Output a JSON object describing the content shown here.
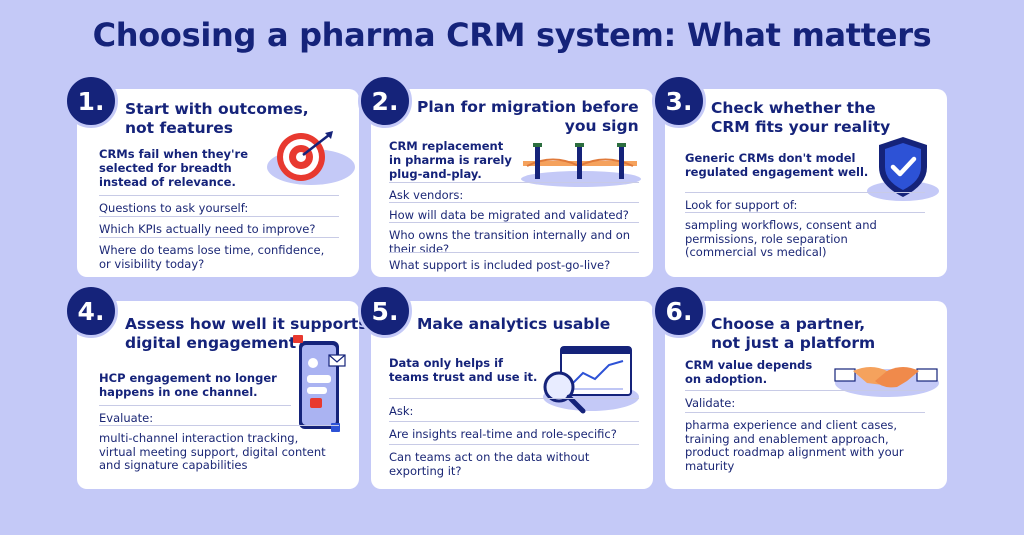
{
  "title": "Choosing a pharma CRM system: What matters",
  "cards": [
    {
      "number": "1.",
      "title_lines": [
        "Start with outcomes,",
        "not features"
      ],
      "intro_lines": [
        "CRMs fail when they're",
        "selected for breadth",
        "instead of relevance."
      ],
      "rows": [
        [
          "Questions to ask yourself:"
        ],
        [
          "Which KPIs actually need to improve?"
        ],
        [
          "Where do teams lose time, confidence,",
          "or visibility today?"
        ]
      ],
      "icon": "target-icon"
    },
    {
      "number": "2.",
      "title_lines": [
        "Plan for migration before",
        "you sign"
      ],
      "intro_lines": [
        "CRM replacement",
        "in pharma is rarely",
        "plug-and-play."
      ],
      "rows": [
        [
          "Ask vendors:"
        ],
        [
          "How will data be migrated and validated?"
        ],
        [
          "Who owns the transition internally and on",
          "their side?"
        ],
        [
          "What support is included post-go-live?"
        ]
      ],
      "icon": "bridge-icon"
    },
    {
      "number": "3.",
      "title_lines": [
        "Check whether the",
        "CRM fits your reality"
      ],
      "intro_lines": [
        "Generic CRMs don't model",
        "regulated engagement well."
      ],
      "rows": [
        [
          "Look for support of:"
        ],
        [
          "sampling workflows, consent and",
          "permissions, role separation",
          "(commercial vs medical)"
        ]
      ],
      "icon": "shield-check-icon"
    },
    {
      "number": "4.",
      "title_lines": [
        "Assess how well it supports",
        "digital engagement"
      ],
      "intro_lines": [
        "HCP engagement no longer",
        "happens in one channel."
      ],
      "rows": [
        [
          "Evaluate:"
        ],
        [
          "multi-channel interaction tracking,",
          "virtual meeting support, digital content",
          "and signature capabilities"
        ]
      ],
      "icon": "phone-icon"
    },
    {
      "number": "5.",
      "title_lines": [
        "Make analytics usable"
      ],
      "intro_lines": [
        "Data only helps if",
        "teams trust and use it."
      ],
      "rows": [
        [
          "Ask:"
        ],
        [
          "Are insights real-time and role-specific?"
        ],
        [
          "Can teams act on the data without",
          "exporting it?"
        ]
      ],
      "icon": "analytics-magnifier-icon"
    },
    {
      "number": "6.",
      "title_lines": [
        "Choose a partner,",
        "not just a platform"
      ],
      "intro_lines": [
        "CRM value depends",
        "on adoption."
      ],
      "rows": [
        [
          "Validate:"
        ],
        [
          "pharma experience and client cases,",
          "training and enablement approach,",
          "product roadmap alignment with your",
          "maturity"
        ]
      ],
      "icon": "handshake-icon"
    }
  ],
  "colors": {
    "background": "#c4c9f7",
    "navy": "#15237a",
    "card": "#ffffff",
    "target_red": "#e8392f",
    "accent_orange": "#f5a25d"
  }
}
